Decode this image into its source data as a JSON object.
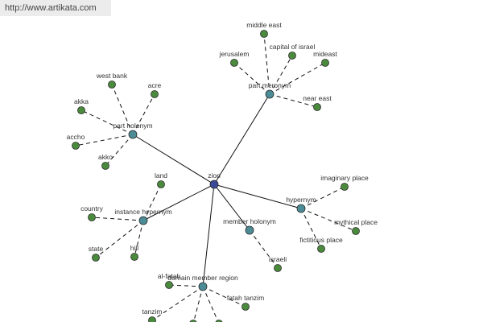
{
  "header": {
    "url": "http://www.artikata.com"
  },
  "colors": {
    "root": "#3b4a96",
    "relation": "#4c8c96",
    "leaf": "#4a8a3c",
    "edge": "#111111"
  },
  "graph": {
    "root": {
      "id": "zion",
      "label": "zion"
    },
    "relations": [
      {
        "id": "part-meronym",
        "label": "part meronym",
        "children": [
          "middle east",
          "capital of israel",
          "jerusalem",
          "mideast",
          "near east"
        ]
      },
      {
        "id": "part-holonym",
        "label": "part holonym",
        "children": [
          "west bank",
          "acre",
          "akka",
          "accho",
          "akko"
        ]
      },
      {
        "id": "instance-hypernym",
        "label": "instance hypernym",
        "children": [
          "land",
          "country",
          "state",
          "hill"
        ]
      },
      {
        "id": "member-holonym",
        "label": "member holonym",
        "children": [
          "israeli"
        ]
      },
      {
        "id": "hypernym",
        "label": "hypernym",
        "children": [
          "imaginary place",
          "mythical place",
          "fictitious place"
        ]
      },
      {
        "id": "domain-member-region",
        "label": "domain member region",
        "children": [
          "al-fatah",
          "fatah tanzim",
          "tanzim",
          "",
          ""
        ]
      }
    ]
  }
}
